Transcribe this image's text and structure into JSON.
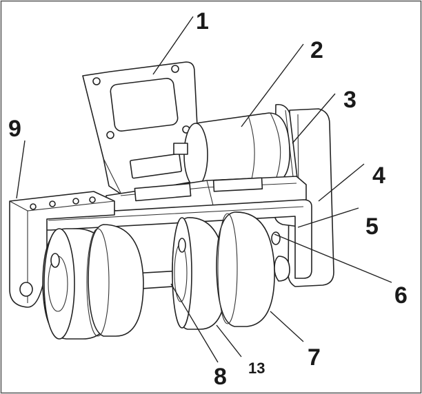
{
  "figure": {
    "labels": [
      {
        "id": "1",
        "text": "1"
      },
      {
        "id": "2",
        "text": "2"
      },
      {
        "id": "3",
        "text": "3"
      },
      {
        "id": "4",
        "text": "4"
      },
      {
        "id": "5",
        "text": "5"
      },
      {
        "id": "6",
        "text": "6"
      },
      {
        "id": "7",
        "text": "7"
      },
      {
        "id": "8",
        "text": "8"
      },
      {
        "id": "9",
        "text": "9"
      },
      {
        "id": "13",
        "text": "13"
      }
    ]
  }
}
